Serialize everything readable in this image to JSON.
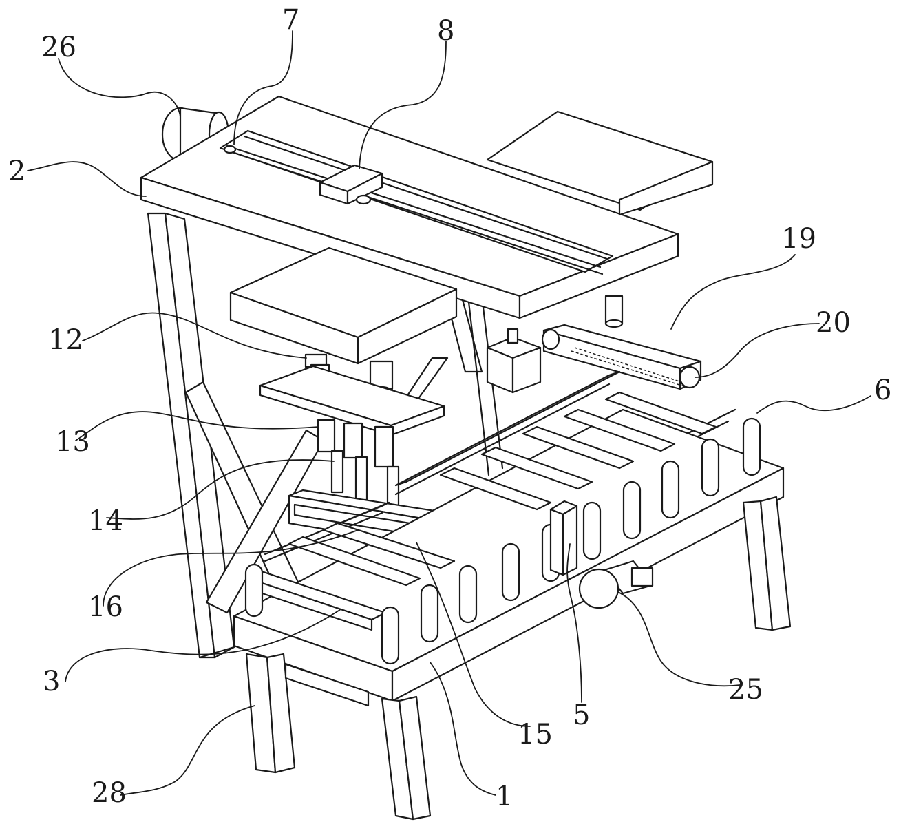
{
  "figure": {
    "callouts": [
      {
        "id": "c26",
        "text": "26"
      },
      {
        "id": "c7",
        "text": "7"
      },
      {
        "id": "c8",
        "text": "8"
      },
      {
        "id": "c2",
        "text": "2"
      },
      {
        "id": "c19",
        "text": "19"
      },
      {
        "id": "c20",
        "text": "20"
      },
      {
        "id": "c12",
        "text": "12"
      },
      {
        "id": "c6",
        "text": "6"
      },
      {
        "id": "c13",
        "text": "13"
      },
      {
        "id": "c14",
        "text": "14"
      },
      {
        "id": "c16",
        "text": "16"
      },
      {
        "id": "c3",
        "text": "3"
      },
      {
        "id": "c25",
        "text": "25"
      },
      {
        "id": "c5",
        "text": "5"
      },
      {
        "id": "c15",
        "text": "15"
      },
      {
        "id": "c28",
        "text": "28"
      },
      {
        "id": "c1",
        "text": "1"
      }
    ]
  }
}
